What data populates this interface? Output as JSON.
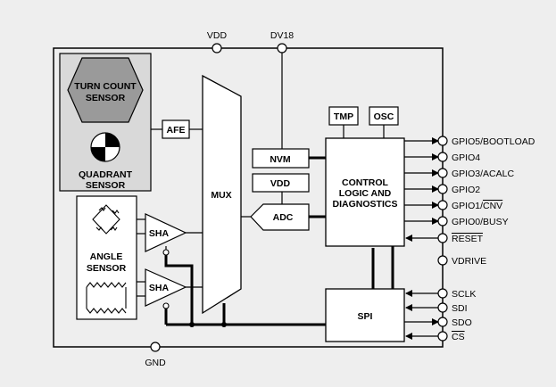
{
  "pins": {
    "vdd": "VDD",
    "dv18": "DV18",
    "gnd": "GND",
    "gpio5": "GPIO5/BOOTLOAD",
    "gpio4": "GPIO4",
    "gpio3": "GPIO3/ACALC",
    "gpio2": "GPIO2",
    "gpio1": "GPIO1/",
    "gpio1_bar": "CNV",
    "gpio0": "GPIO0/BUSY",
    "reset": "RESET",
    "vdrive": "VDRIVE",
    "sclk": "SCLK",
    "sdi": "SDI",
    "sdo": "SDO",
    "cs": "CS"
  },
  "blocks": {
    "turn_count_line1": "TURN COUNT",
    "turn_count_line2": "SENSOR",
    "quadrant_line1": "QUADRANT",
    "quadrant_line2": "SENSOR",
    "angle_line1": "ANGLE",
    "angle_line2": "SENSOR",
    "afe": "AFE",
    "mux": "MUX",
    "sha1": "SHA",
    "sha2": "SHA",
    "nvm": "NVM",
    "vdd_block": "VDD",
    "adc": "ADC",
    "tmp": "TMP",
    "osc": "OSC",
    "control_line1": "CONTROL",
    "control_line2": "LOGIC AND",
    "control_line3": "DIAGNOSTICS",
    "spi": "SPI"
  },
  "colors": {
    "background": "#eeeeee",
    "line": "#000000",
    "hexagon_fill": "#9a9a9a",
    "sensor_panel": "#d9d9d9"
  }
}
